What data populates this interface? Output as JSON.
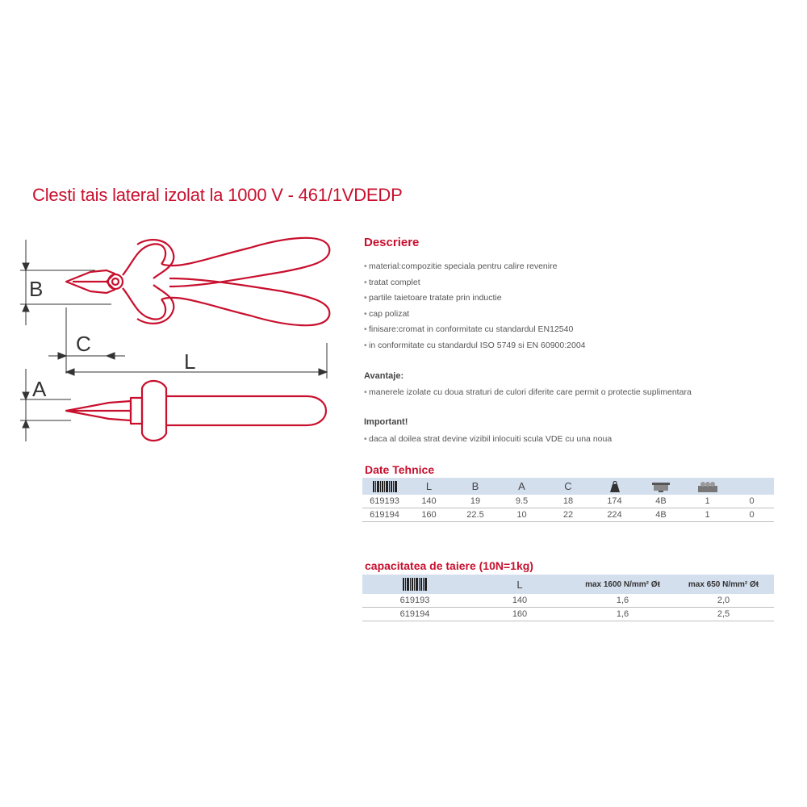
{
  "title": "Clesti tais lateral izolat la 1000 V - 461/1VDEDP",
  "drawing": {
    "labels": {
      "b": "B",
      "c": "C",
      "l": "L",
      "a": "A"
    }
  },
  "description": {
    "heading": "Descriere",
    "items": [
      "material:compozitie speciala pentru calire revenire",
      "tratat complet",
      "partile taietoare tratate prin inductie",
      "cap polizat",
      "finisare:cromat in conformitate cu standardul EN12540",
      "in conformitate cu standardul ISO 5749 si EN 60900:2004"
    ]
  },
  "advantages": {
    "heading": "Avantaje:",
    "items": [
      "manerele izolate cu doua straturi de culori diferite care permit o protectie suplimentara"
    ]
  },
  "important": {
    "heading": "Important!",
    "items": [
      "daca al doilea strat devine vizibil inlocuiti scula VDE cu una noua"
    ]
  },
  "tech": {
    "heading": "Date Tehnice",
    "columns": [
      "barcode-icon",
      "L",
      "B",
      "A",
      "C",
      "weight-icon",
      "packaging-icon",
      "box-icon",
      ""
    ],
    "rows": [
      [
        "619193",
        "140",
        "19",
        "9.5",
        "18",
        "174",
        "4B",
        "1",
        "0"
      ],
      [
        "619194",
        "160",
        "22.5",
        "10",
        "22",
        "224",
        "4B",
        "1",
        "0"
      ]
    ]
  },
  "cutting": {
    "heading": "capacitatea de taiere (10N=1kg)",
    "columns": [
      "barcode-icon",
      "L",
      "max 1600 N/mm²",
      "max 650 N/mm²"
    ],
    "rows": [
      [
        "619193",
        "140",
        "1,6",
        "2,0"
      ],
      [
        "619194",
        "160",
        "1,6",
        "2,5"
      ]
    ]
  },
  "colors": {
    "accent": "#c8102e",
    "header_bg": "#d4dfee"
  }
}
